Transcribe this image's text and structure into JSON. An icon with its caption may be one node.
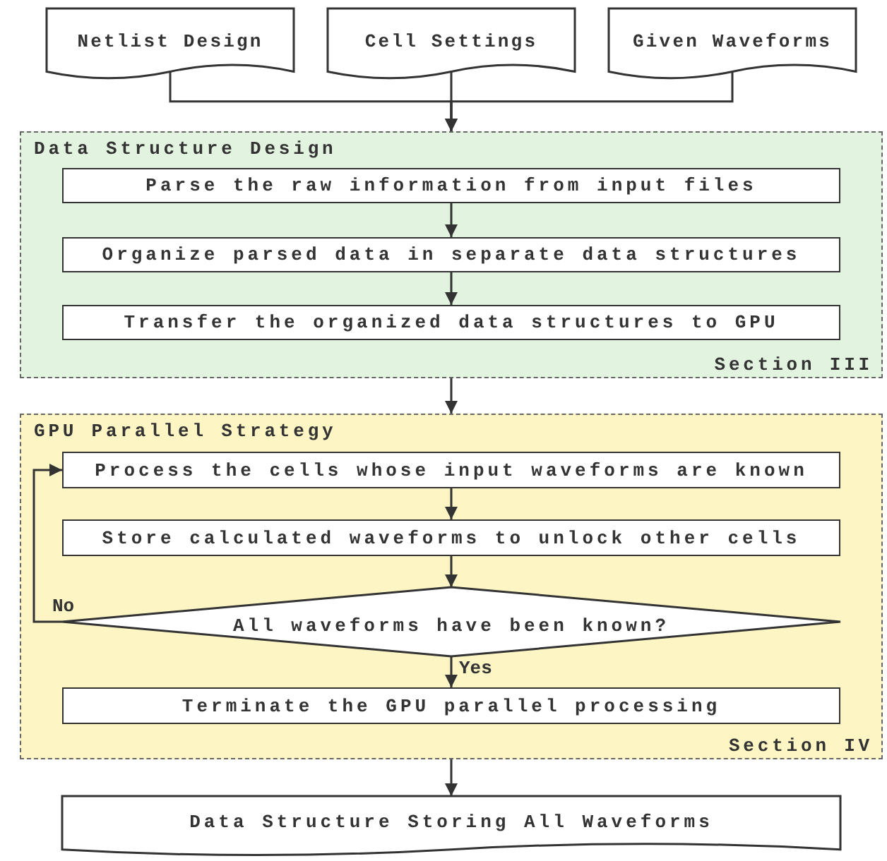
{
  "diagram": {
    "nodes": [
      {
        "text": [
          "Netlist Design"
        ]
      },
      {
        "text": [
          "Cell Settings"
        ]
      },
      {
        "text": [
          "Given Waveforms"
        ]
      },
      {
        "text": [
          "Data Structure Design",
          "Section III"
        ]
      },
      {
        "text": [
          "Parse the raw information from input files"
        ],
        "in": 3
      },
      {
        "text": [
          "Organize parsed data in separate data structures"
        ],
        "in": 3
      },
      {
        "text": [
          "Transfer the organized data structures to GPU"
        ],
        "in": 3
      },
      {
        "text": [
          "GPU Parallel Strategy",
          "Section IV"
        ]
      },
      {
        "text": [
          "Process the cells whose input waveforms are known"
        ],
        "in": 7
      },
      {
        "text": [
          "Store calculated waveforms to unlock other cells"
        ],
        "in": 7
      },
      {
        "text": [
          "All waveforms have been known?"
        ],
        "in": 7
      },
      {
        "text": [
          "Terminate the GPU parallel processing"
        ],
        "in": 7
      },
      {
        "text": [
          "Data Structure Storing All Waveforms"
        ]
      }
    ],
    "edges": [
      {
        "from": 0,
        "to": 3,
        "arrow": "to"
      },
      {
        "from": 1,
        "to": 3,
        "arrow": "to"
      },
      {
        "from": 2,
        "to": 3,
        "arrow": "to"
      },
      {
        "from": 4,
        "to": 5,
        "arrow": "to"
      },
      {
        "from": 5,
        "to": 6,
        "arrow": "to"
      },
      {
        "from": 3,
        "to": 7,
        "arrow": "to"
      },
      {
        "from": 8,
        "to": 9,
        "arrow": "to"
      },
      {
        "from": 9,
        "to": 10,
        "arrow": "to"
      },
      {
        "from": 10,
        "to": 8,
        "arrow": "to",
        "label": "No"
      },
      {
        "from": 10,
        "to": 11,
        "arrow": "to",
        "label": "Yes"
      },
      {
        "from": 7,
        "to": 12,
        "arrow": "to"
      }
    ]
  }
}
